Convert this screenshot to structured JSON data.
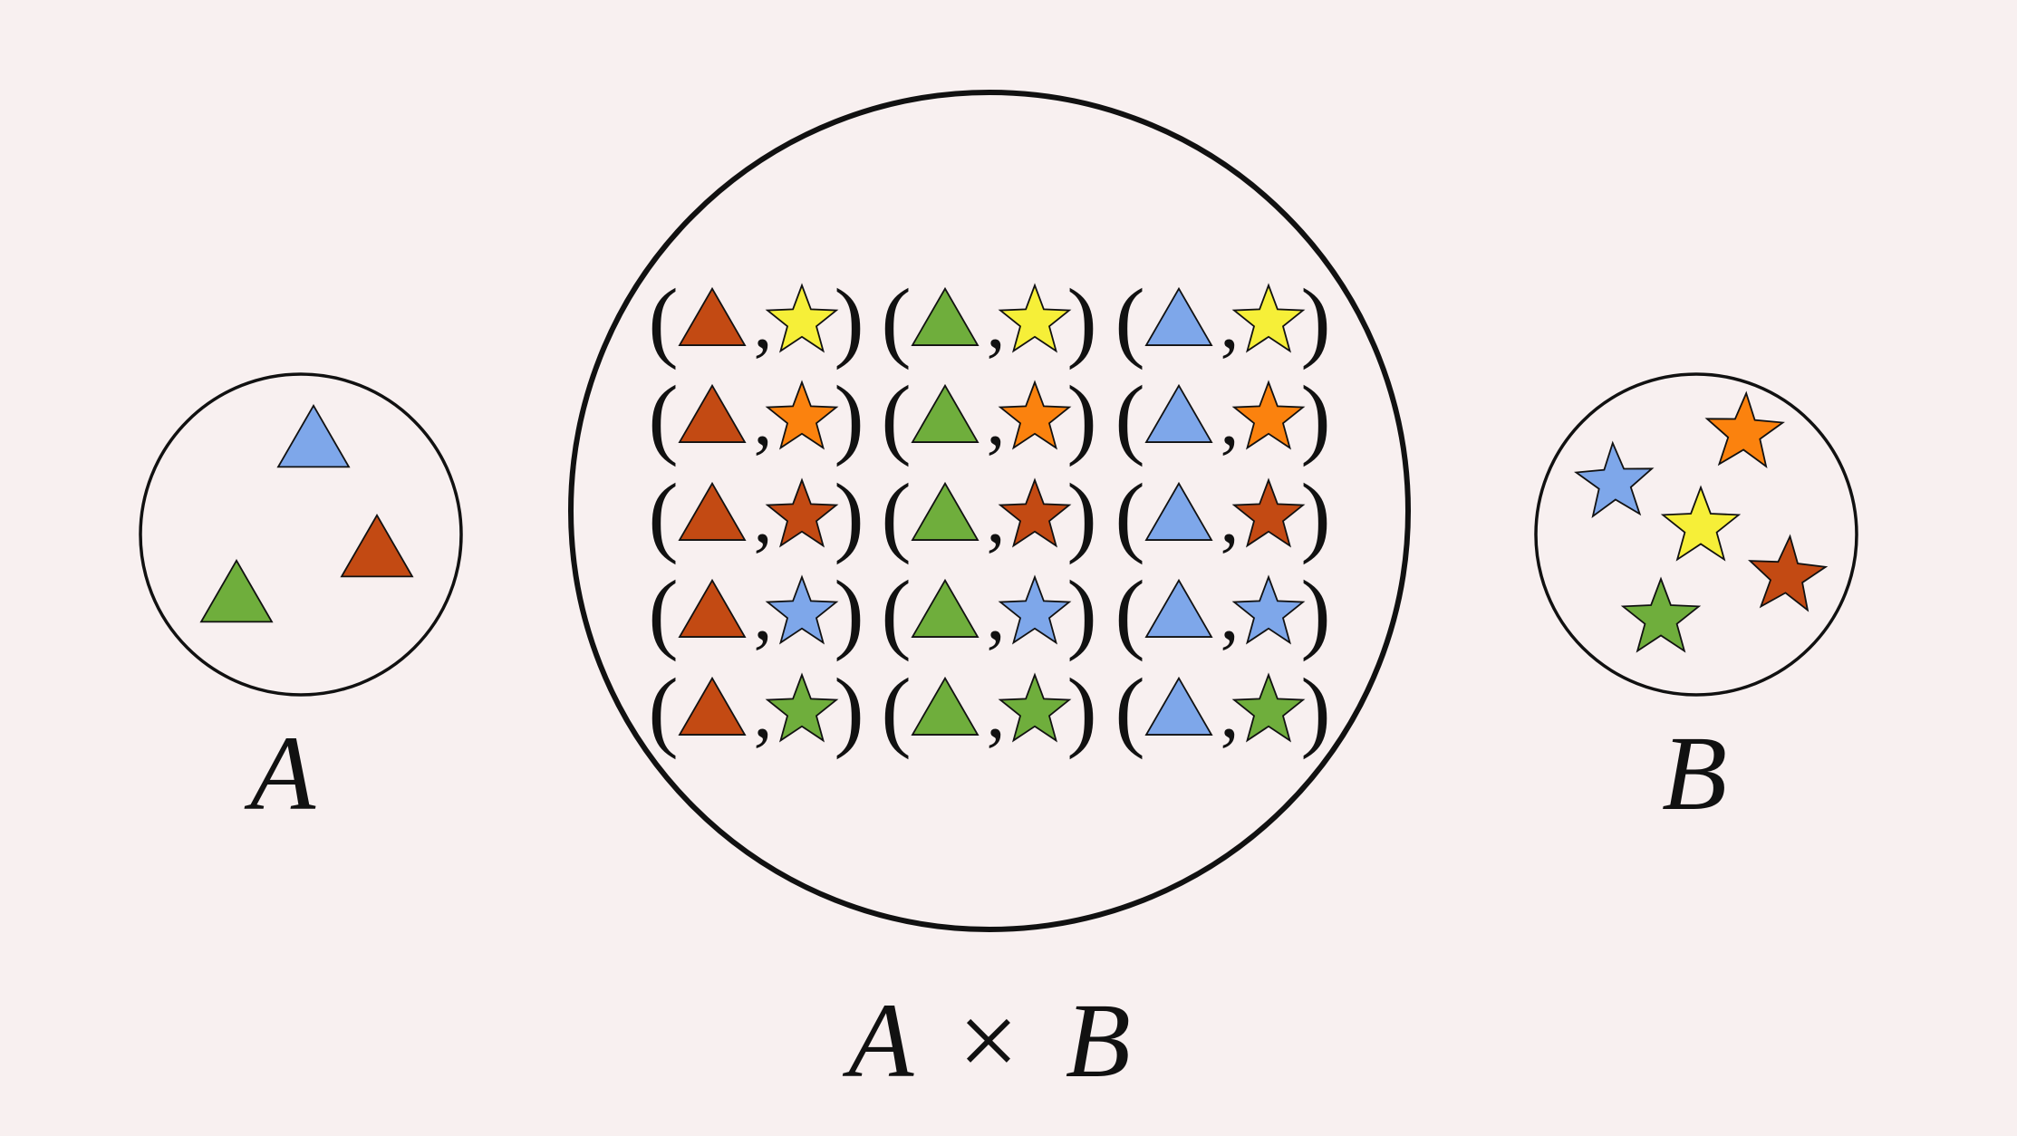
{
  "colors": {
    "background": "#f8f0f0",
    "red": "#c34a13",
    "green": "#6fae3c",
    "blue": "#7ea7ea",
    "yellow": "#f6ef38",
    "orange": "#fb820e",
    "outline": "#111111"
  },
  "set_a": {
    "label": "A",
    "elements": [
      {
        "shape": "triangle",
        "color": "blue"
      },
      {
        "shape": "triangle",
        "color": "red"
      },
      {
        "shape": "triangle",
        "color": "green"
      }
    ]
  },
  "set_b": {
    "label": "B",
    "elements": [
      {
        "shape": "star",
        "color": "orange"
      },
      {
        "shape": "star",
        "color": "blue"
      },
      {
        "shape": "star",
        "color": "yellow"
      },
      {
        "shape": "star",
        "color": "red"
      },
      {
        "shape": "star",
        "color": "green"
      }
    ]
  },
  "product": {
    "label": "A × B",
    "label_parts": [
      "A",
      "×",
      "B"
    ],
    "pair_syntax": {
      "open": "(",
      "comma": ",",
      "close": ")"
    },
    "column_triangles": [
      "red",
      "green",
      "blue"
    ],
    "row_stars": [
      "yellow",
      "orange",
      "red",
      "blue",
      "green"
    ]
  }
}
